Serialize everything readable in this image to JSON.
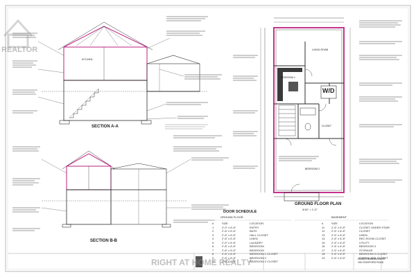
{
  "drawing": {
    "section_a": "SECTION A-A",
    "section_b": "SECTION B-B",
    "floor_plan_title": "GROUND FLOOR PLAN",
    "floor_plan_scale": "3/16\" = 1'-0\"",
    "door_schedule_title": "DOOR SCHEDULE",
    "ground_floor_label": "GROUND FLOOR",
    "basement_label": "BASEMENT",
    "room_labels": {
      "kitchen": "KITCHEN",
      "bedroom_1": "BEDROOM 1",
      "bedroom_2": "BEDROOM 2",
      "living_room": "LIVING ROOM",
      "wd": "W/D",
      "closet": "CLOSET"
    }
  },
  "door_schedule": {
    "ground_columns": [
      "#",
      "SIZE",
      "LOCATION"
    ],
    "ground_rows": [
      [
        "1",
        "3'-0\" x 6'-8\"",
        "ENTRY"
      ],
      [
        "2",
        "2'-8\" x 6'-8\"",
        "BATH"
      ],
      [
        "3",
        "2'-6\" x 6'-8\"",
        "HALL CLOSET"
      ],
      [
        "4",
        "2'-8\" x 6'-8\"",
        "LINEN"
      ],
      [
        "5",
        "2'-6\" x 6'-8\"",
        "LAUNDRY"
      ],
      [
        "6",
        "2'-8\" x 6'-8\"",
        "BEDROOM"
      ],
      [
        "7",
        "2'-8\" x 6'-8\"",
        "BEDROOM"
      ],
      [
        "8",
        "2'-6\" x 6'-8\"",
        "BEDROOM 1 CLOSET"
      ],
      [
        "9",
        "2'-6\" x 6'-8\"",
        "BEDROOM 2"
      ],
      [
        "10",
        "2'-6\" x 6'-8\"",
        "BEDROOM 2 CLOSET"
      ]
    ],
    "basement_columns": [
      "#",
      "SIZE",
      "LOCATION"
    ],
    "basement_rows": [
      [
        "11",
        "2'-6\" x 6'-8\"",
        "CLOSET UNDER STAIR"
      ],
      [
        "12",
        "2'-6\" x 6'-8\"",
        "CLOSET"
      ],
      [
        "13",
        "2'-6\" x 6'-8\"",
        "LINEN"
      ],
      [
        "14",
        "2'-8\" x 6'-8\"",
        "REC ROOM CLOSET"
      ],
      [
        "15",
        "2'-8\" x 6'-8\"",
        "UTILITY"
      ],
      [
        "16",
        "2'-8\" x 6'-8\"",
        "BEDROOM 3"
      ],
      [
        "17",
        "2'-6\" x 6'-8\"",
        "STORAGE"
      ],
      [
        "18",
        "2'-6\" x 6'-8\"",
        "BEDROOM 3 CLOSET"
      ],
      [
        "19",
        "2'-6\" x 6'-8\"",
        "EVERGLADE CLOSET"
      ]
    ]
  },
  "title_block": {
    "project": "RAISED BUNGALOW AT",
    "address": "150 CRAYFORD ROAD"
  },
  "watermark": {
    "brand_fragment": "REALTOR",
    "footer": "RIGHT AT HOME REALTY"
  },
  "colors": {
    "line": "#2b2b2b",
    "wall_highlight": "#c2338c",
    "grid": "#dcdcdc",
    "watermark": "#8a8a8a"
  }
}
